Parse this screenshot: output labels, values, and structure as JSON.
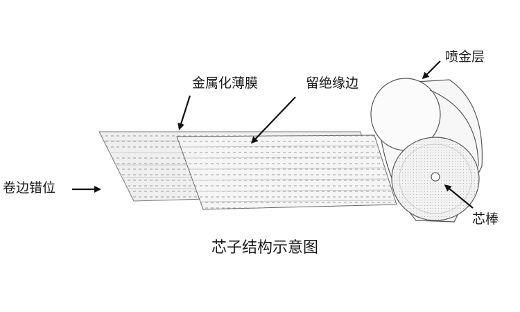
{
  "diagram": {
    "caption": "芯子结构示意图",
    "labels": {
      "metal_film": "金属化薄膜",
      "insulating_margin": "留绝缘边",
      "sprayed_metal_layer": "喷金层",
      "winding_offset": "卷边错位",
      "core_rod": "芯棒"
    }
  }
}
